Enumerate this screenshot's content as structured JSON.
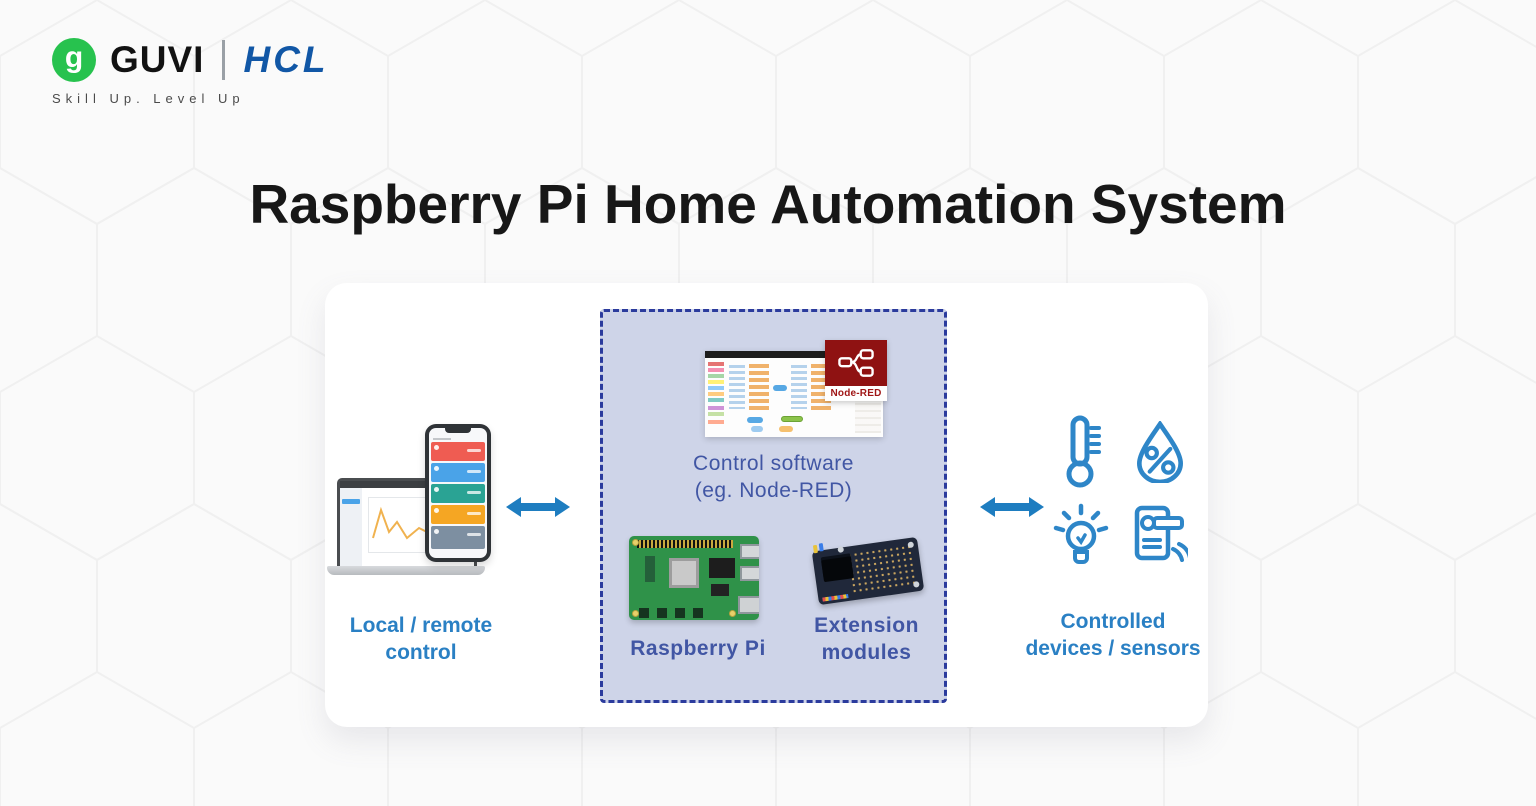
{
  "header": {
    "brand": "GUVI",
    "partner": "HCL",
    "tagline": "Skill Up. Level Up",
    "logo_glyph": "g"
  },
  "title": "Raspberry Pi Home Automation System",
  "card": {
    "left": {
      "line1": "Local / remote",
      "line2": "control"
    },
    "center": {
      "software_line1": "Control software",
      "software_line2": "(eg. Node-RED)",
      "nodered_badge": "Node-RED",
      "pi_label": "Raspberry Pi",
      "ext_line1": "Extension",
      "ext_line2": "modules"
    },
    "right": {
      "line1": "Controlled",
      "line2": "devices / sensors",
      "icons": [
        "thermometer-icon",
        "humidity-percent-icon",
        "lightbulb-icon",
        "door-lock-icon"
      ]
    }
  },
  "colors": {
    "label_blue": "#2a80c4",
    "label_indigo": "#4156a4",
    "arrow_blue": "#1e7dc0",
    "dashed_border": "#2b3b9d",
    "box_bg": "#ced4e8",
    "nodered_red": "#8f1212",
    "guvi_green": "#27c24e",
    "hcl_blue": "#1157a6",
    "icon_blue": "#2e86c8"
  }
}
